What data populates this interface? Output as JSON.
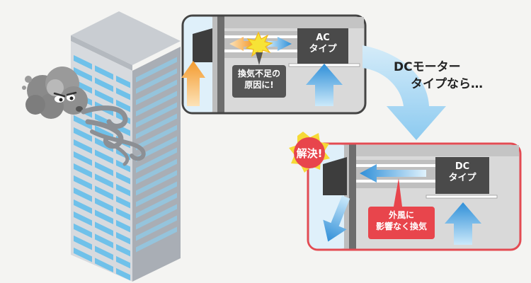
{
  "colors": {
    "background": "#f4f4f2",
    "building_window": "#6fc1ea",
    "building_face": "#d7dade",
    "panel_bg": "#d9d9d9",
    "panel_outline_top": "#444444",
    "panel_outline_bottom": "#e34b53",
    "inlet_arrow": "#f6a33b",
    "outlet_arrow": "#2f8fd8",
    "big_arrow": "#9fd0f0",
    "badge": "#e8454c",
    "badge_star": "#f6d936"
  },
  "top_panel": {
    "unit_label_line1": "AC",
    "unit_label_line2": "タイプ",
    "callout_line1": "換気不足の",
    "callout_line2": "原因に!"
  },
  "caption": {
    "line1": "DCモーター",
    "line2": "タイプなら…"
  },
  "bottom_panel": {
    "badge_text": "解決!",
    "unit_label_line1": "DC",
    "unit_label_line2": "タイプ",
    "callout_line1": "外風に",
    "callout_line2": "影響なく換気"
  },
  "icons": {
    "wind_cloud": "wind-cloud-face-icon",
    "gust": "wind-gust-icon",
    "collision": "collision-star-icon"
  }
}
